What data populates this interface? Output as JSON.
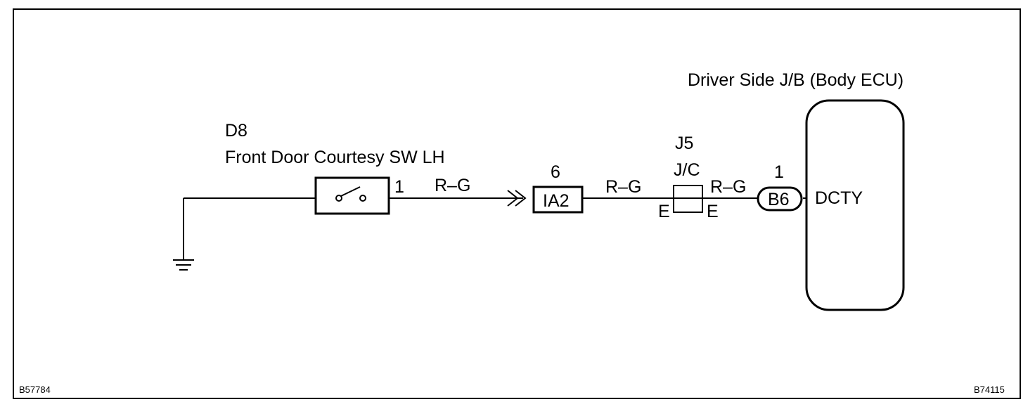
{
  "ecu": {
    "title": "Driver Side J/B (Body ECU)",
    "terminal": "DCTY"
  },
  "switch": {
    "code": "D8",
    "name": "Front Door Courtesy SW LH",
    "pin": "1"
  },
  "connector_ia2": {
    "label": "IA2",
    "pin": "6"
  },
  "junction": {
    "code": "J5",
    "type": "J/C",
    "left_pin": "E",
    "right_pin": "E"
  },
  "connector_b6": {
    "label": "B6",
    "pin": "1"
  },
  "wires": [
    "R–G",
    "R–G",
    "R–G"
  ],
  "footer": {
    "left_code": "B57784",
    "right_code": "B74115"
  }
}
